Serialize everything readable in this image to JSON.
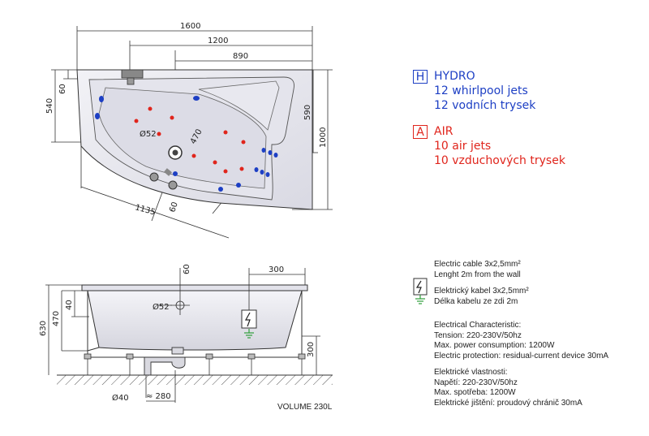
{
  "plan_view": {
    "dim_1600": "1600",
    "dim_1200": "1200",
    "dim_890": "890",
    "dim_540": "540",
    "dim_60_left": "60",
    "dim_590": "590",
    "dim_1000": "1000",
    "dim_470": "470",
    "dim_1135": "1135",
    "dim_60_bottom": "60",
    "drain_label": "Ø52"
  },
  "side_view": {
    "dim_630": "630",
    "dim_470": "470",
    "dim_40": "40",
    "dim_60": "60",
    "dim_300_top": "300",
    "dim_300_right": "300",
    "drain_label": "Ø52",
    "waste_label": "Ø40",
    "waste_dist": "≈ 280"
  },
  "legend": {
    "hydro_badge": "H",
    "hydro_title": "HYDRO",
    "hydro_line1": "12 whirlpool jets",
    "hydro_line2": "12 vodních trysek",
    "air_badge": "A",
    "air_title": "AIR",
    "air_line1": "10 air jets",
    "air_line2": "10 vzduchových trysek"
  },
  "electric": {
    "cable_en_1": "Electric cable 3x2,5mm²",
    "cable_en_2": "Lenght 2m from the wall",
    "cable_cz_1": "Elektrický kabel 3x2,5mm²",
    "cable_cz_2": "Délka kabelu ze zdi 2m"
  },
  "spec_en": {
    "title": "Electrical Characteristic:",
    "tension": "Tension: 220-230V/50hz",
    "power": "Max. power consumption: 1200W",
    "protection": "Electric protection: residual-current device 30mA"
  },
  "spec_cz": {
    "title": "Elektrické vlastnosti:",
    "tension": "Napětí: 220-230V/50hz",
    "power": "Max. spotřeba: 1200W",
    "protection": "Elektrické jištění: proudový chránič 30mA"
  },
  "volume": "VOLUME 230L",
  "colors": {
    "hydro": "#1d3fc4",
    "air": "#e0251c",
    "tub_fill": "#eaeaf0",
    "line": "#333333"
  }
}
